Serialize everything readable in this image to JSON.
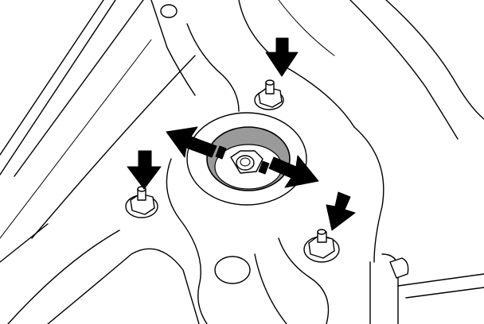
{
  "diagram": {
    "colors": {
      "ink": "#000000",
      "paper": "#ffffff",
      "shading": "#9a9a9a"
    },
    "parts": [
      "upper-strut-mounting-nut-top",
      "upper-strut-mounting-nut-left",
      "upper-strut-mounting-nut-right",
      "strut-center-nut",
      "strut-top-cap"
    ],
    "indicators": [
      "down-arrow-top",
      "down-arrow-left",
      "down-arrow-right",
      "double-arrow-rotate"
    ]
  }
}
